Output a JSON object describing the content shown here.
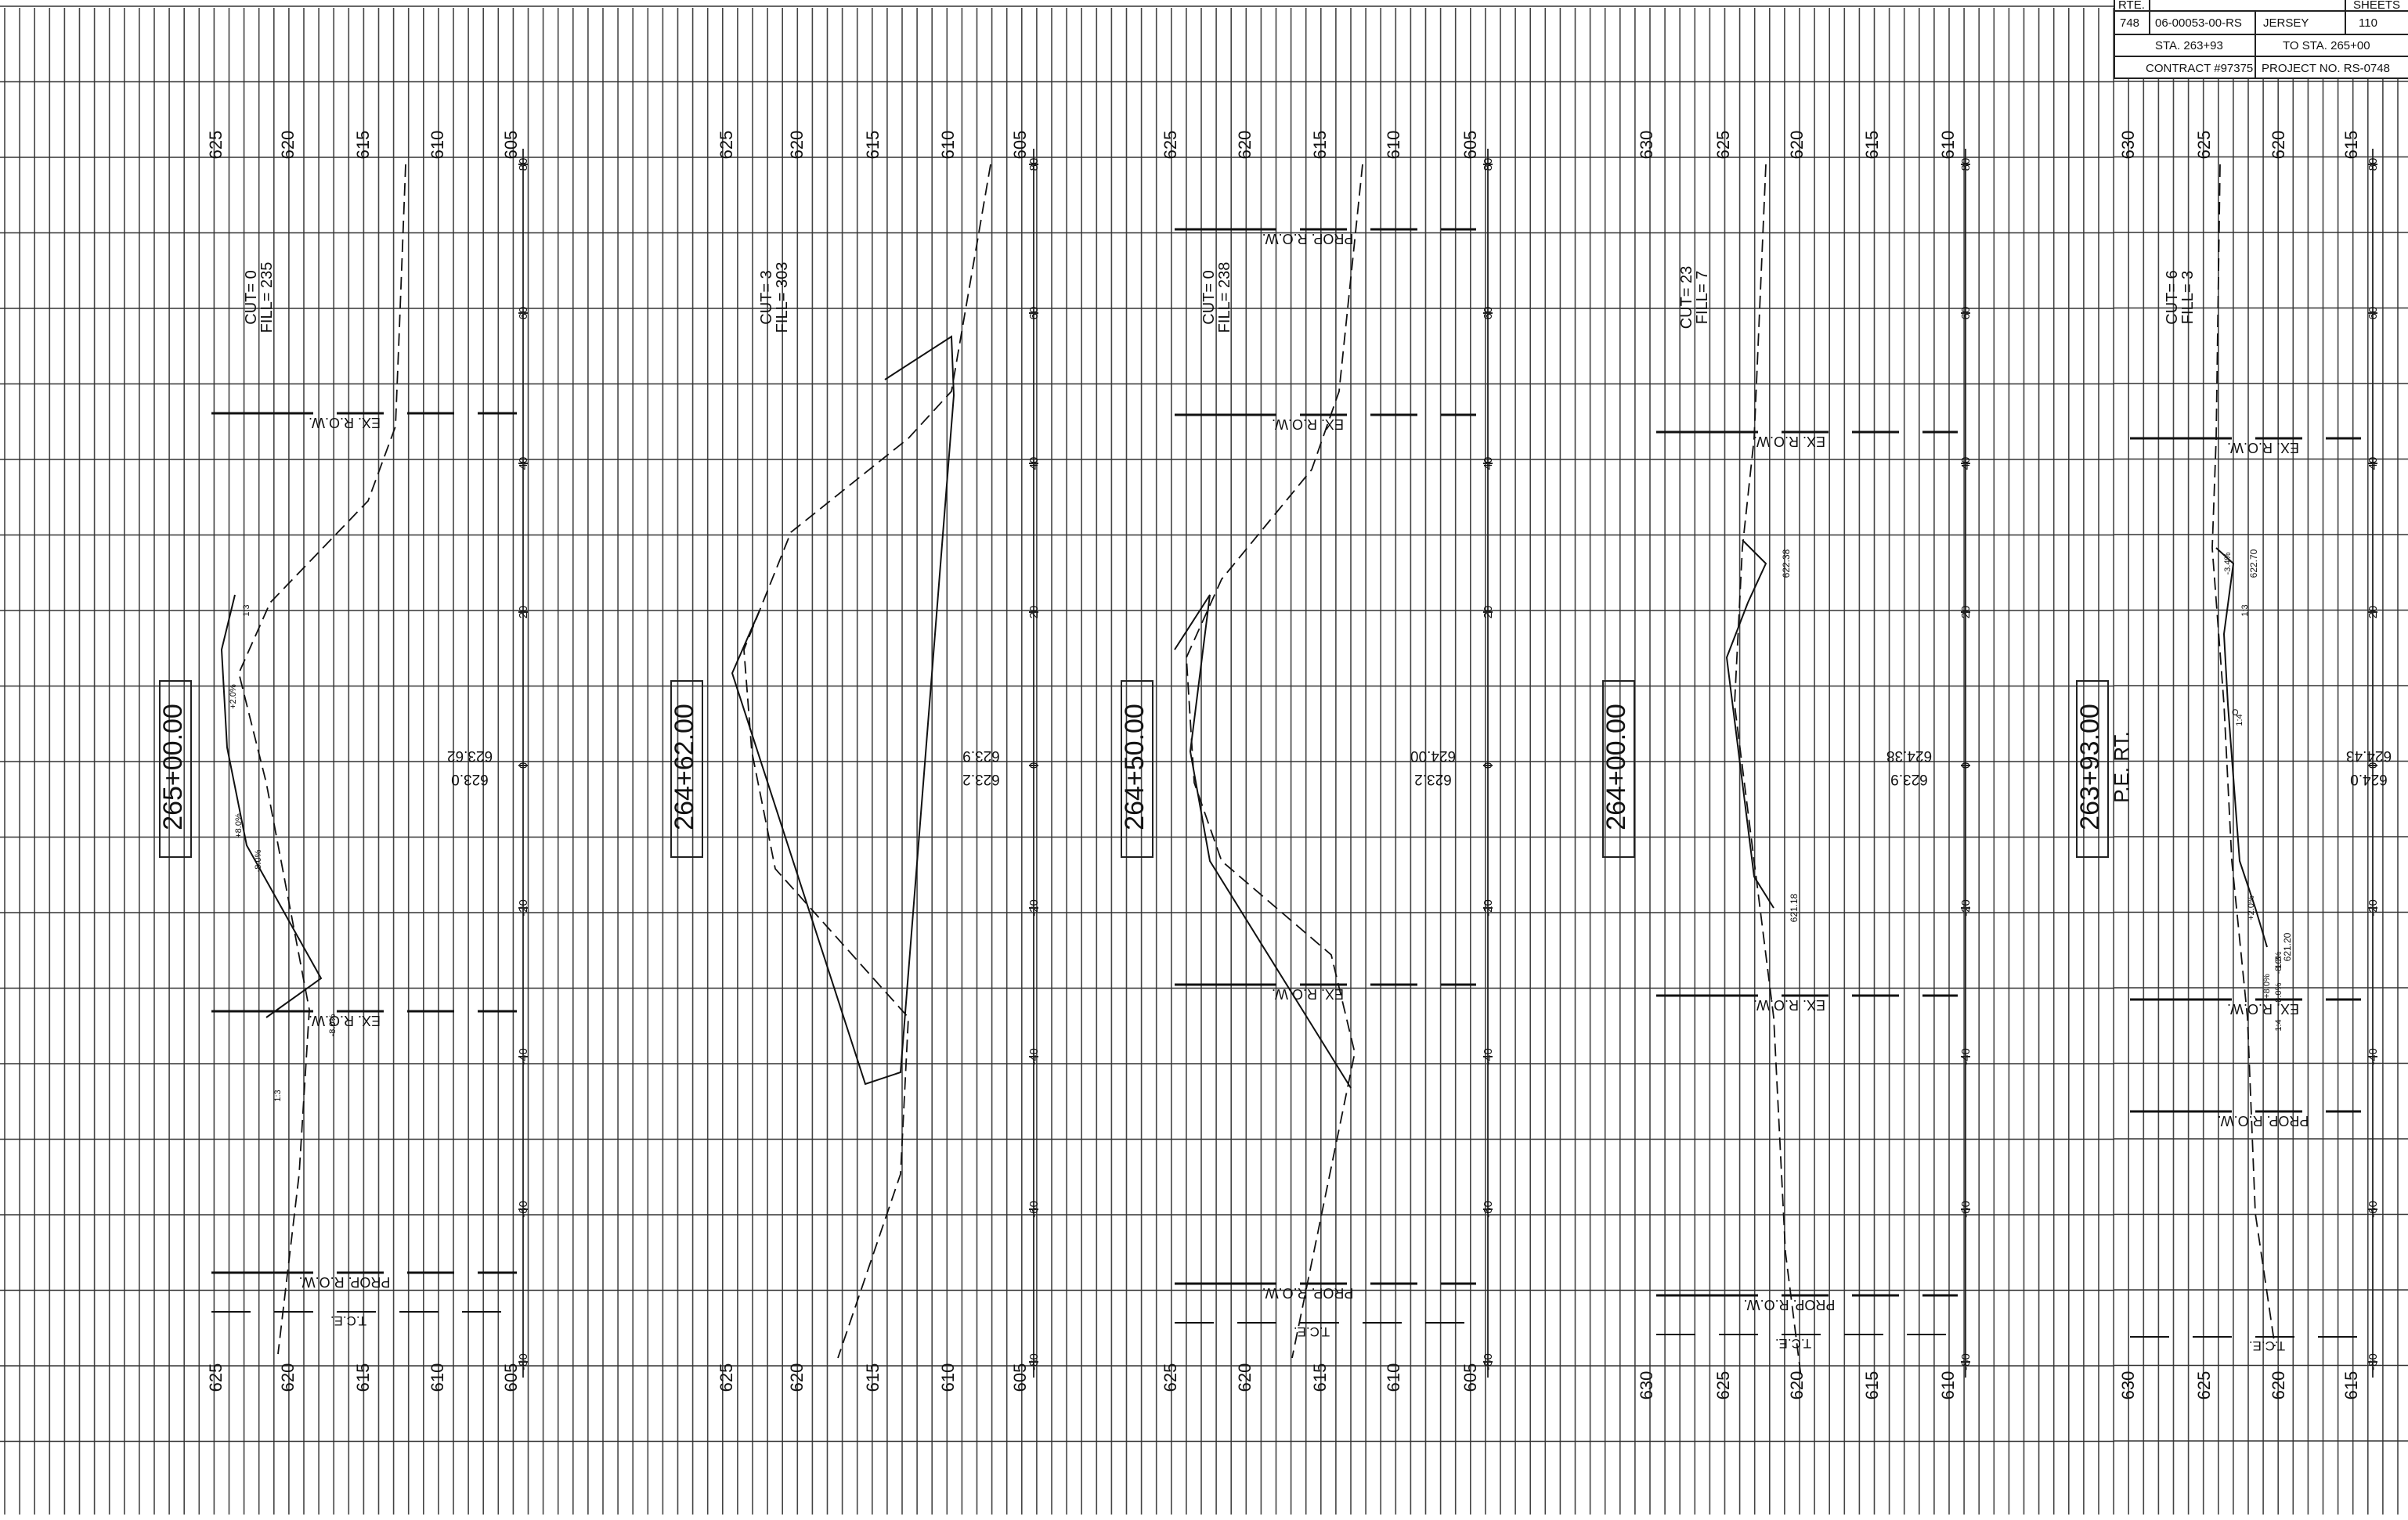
{
  "title_block": {
    "rte_header": "RTE.",
    "sheets_header": "SHEETS",
    "route": "748",
    "job_number": "06-00053-00-RS",
    "county": "JERSEY",
    "total_sheets": "110",
    "sta_from": "STA.  263+93",
    "sta_to": "TO STA.  265+00",
    "contract": "CONTRACT #97375",
    "project_no": "PROJECT NO. RS-0748"
  },
  "sections": [
    {
      "station": "265+00.00",
      "note": "",
      "cut_label": "CUT= 0",
      "fill_label": "FILL= 235",
      "top_elevations": [
        "625",
        "620",
        "615",
        "610",
        "605"
      ],
      "bottom_elevations": [
        "625",
        "620",
        "615",
        "610",
        "605"
      ],
      "offsets": [
        "80",
        "60",
        "40",
        "20",
        "0",
        "-20",
        "-40",
        "-60",
        "-80"
      ],
      "centerline_elevations": [
        "623.62",
        "623.0"
      ],
      "row_labels": [
        "EX. R.O.W.",
        "EX. R.O.W.",
        "PROP. R.O.W."
      ],
      "tce_label": "T.C.E.",
      "grade_labels": [
        "1:3",
        "+2.0%",
        "+8.0%",
        "-8.0%",
        "-8.0%",
        "1:3"
      ],
      "side_elevations": []
    },
    {
      "station": "264+62.00",
      "note": "",
      "cut_label": "CUT= 3",
      "fill_label": "FILL= 303",
      "top_elevations": [
        "625",
        "620",
        "615",
        "610",
        "605"
      ],
      "bottom_elevations": [
        "625",
        "620",
        "615",
        "610",
        "605"
      ],
      "offsets": [
        "80",
        "60",
        "40",
        "20",
        "0",
        "-20",
        "-40",
        "-60",
        "-80"
      ],
      "centerline_elevations": [
        "623.9",
        "623.2"
      ],
      "row_labels": [],
      "tce_label": "",
      "grade_labels": [],
      "side_elevations": []
    },
    {
      "station": "264+50.00",
      "note": "",
      "cut_label": "CUT= 0",
      "fill_label": "FILL= 238",
      "top_elevations": [
        "625",
        "620",
        "615",
        "610",
        "605"
      ],
      "bottom_elevations": [
        "625",
        "620",
        "615",
        "610",
        "605"
      ],
      "offsets": [
        "80",
        "60",
        "40",
        "20",
        "0",
        "-20",
        "-40",
        "-60",
        "-80"
      ],
      "centerline_elevations": [
        "624.00",
        "623.2"
      ],
      "row_labels": [
        "PROP. R.O.W.",
        "EX. R.O.W.",
        "EX. R.O.W.",
        "PROP. R.O.W."
      ],
      "tce_label": "T.C.E.",
      "grade_labels": [],
      "side_elevations": []
    },
    {
      "station": "264+00.00",
      "note": "",
      "cut_label": "CUT= 23",
      "fill_label": "FILL= 7",
      "top_elevations": [
        "630",
        "625",
        "620",
        "615",
        "610"
      ],
      "bottom_elevations": [
        "630",
        "625",
        "620",
        "615",
        "610"
      ],
      "offsets": [
        "80",
        "60",
        "40",
        "20",
        "0",
        "-20",
        "-40",
        "-60",
        "-80"
      ],
      "centerline_elevations": [
        "624.38",
        "623.9"
      ],
      "row_labels": [
        "EX. R.O.W.",
        "EX. R.O.W.",
        "PROP. R.O.W."
      ],
      "tce_label": "T.C.E.",
      "grade_labels": [],
      "side_elevations": [
        "622.38",
        "621.18"
      ]
    },
    {
      "station": "263+93.00",
      "note": "P.E. RT.",
      "cut_label": "CUT= 6",
      "fill_label": "FILL= 3",
      "top_elevations": [
        "630",
        "625",
        "620",
        "615"
      ],
      "bottom_elevations": [
        "630",
        "625",
        "620",
        "615"
      ],
      "offsets": [
        "80",
        "60",
        "40",
        "20",
        "0",
        "-20",
        "-40",
        "-60",
        "-80"
      ],
      "centerline_elevations": [
        "624.43",
        "624.0"
      ],
      "row_labels": [
        "EX. R.O.W.",
        "EX. R.O.W.",
        "PROP. R.O.W."
      ],
      "tce_label": "T.C.E.",
      "grade_labels": [
        "-3.4%",
        "1:3",
        "O",
        "1:4",
        "+2.0%",
        "+8.0%",
        "-8.0%",
        "-8.0%",
        "1:4",
        "1:3"
      ],
      "side_elevations": [
        "622.70",
        "621.20"
      ]
    }
  ],
  "colors": {
    "ink": "#111111",
    "paper": "#ffffff",
    "grid": "#333333"
  }
}
